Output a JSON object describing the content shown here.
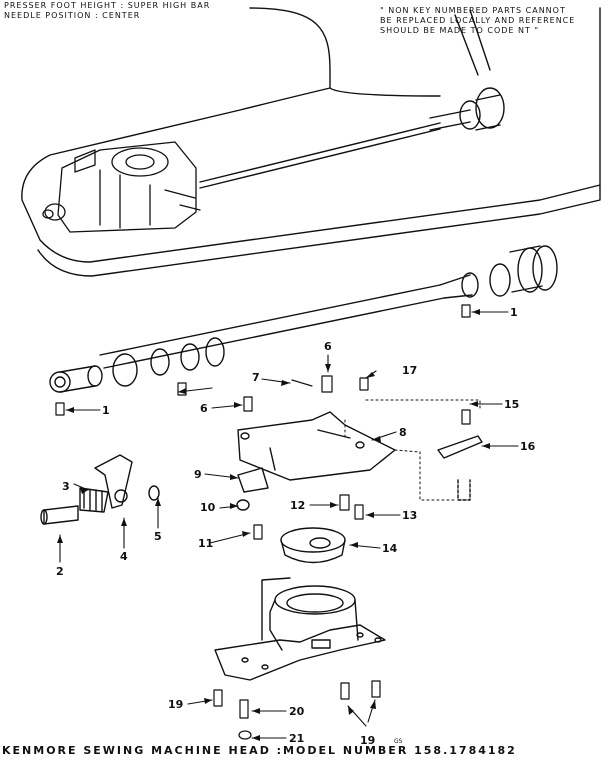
{
  "header": {
    "left_lines": [
      "PRESSER FOOT HEIGHT : SUPER HIGH BAR",
      "NEEDLE POSITION : CENTER"
    ],
    "right_lines": [
      "\" NON KEY NUMBERED PARTS CANNOT",
      "BE REPLACED LOCALLY AND REFERENCE",
      "SHOULD BE MADE TO CODE NT \""
    ]
  },
  "footer": {
    "title": "KENMORE SEWING MACHINE HEAD :MODEL NUMBER 158.1784182",
    "code": "GS"
  },
  "callouts": [
    "1",
    "1",
    "2",
    "3",
    "4",
    "5",
    "6",
    "6",
    "7",
    "8",
    "9",
    "10",
    "11",
    "12",
    "13",
    "14",
    "15",
    "16",
    "17",
    "19",
    "19",
    "20",
    "21"
  ]
}
